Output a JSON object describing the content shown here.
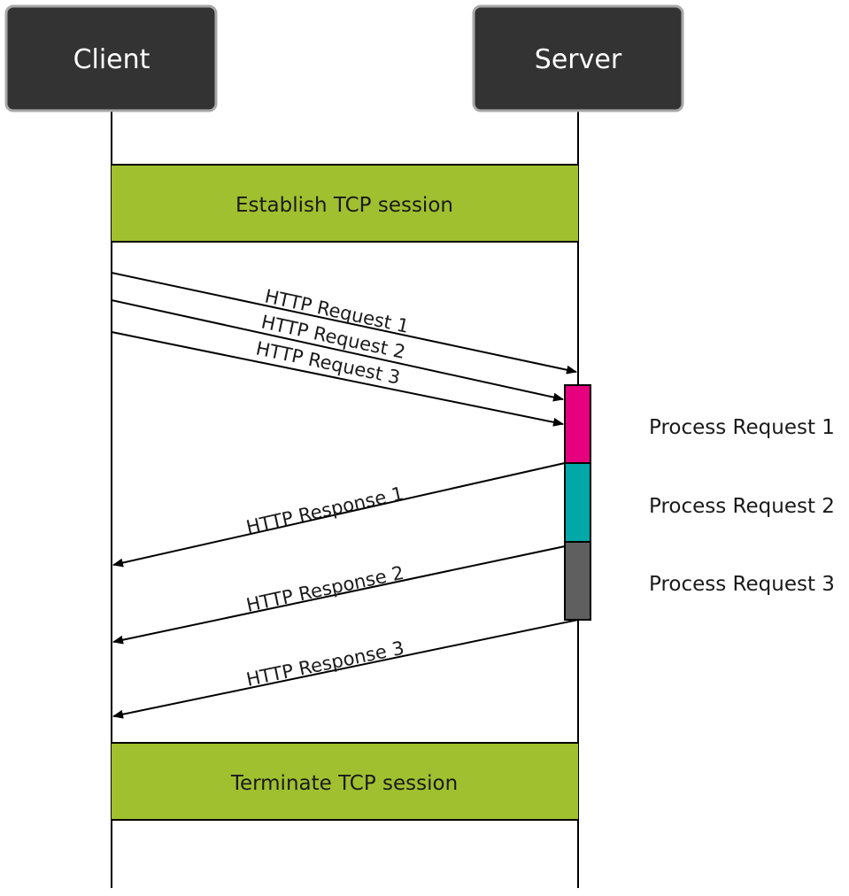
{
  "actors": {
    "client": "Client",
    "server": "Server"
  },
  "phases": {
    "establish": "Establish TCP session",
    "terminate": "Terminate TCP session"
  },
  "requests": [
    {
      "label": "HTTP Request 1"
    },
    {
      "label": "HTTP Request 2"
    },
    {
      "label": "HTTP Request 3"
    }
  ],
  "processing": [
    {
      "label": "Process Request 1",
      "color": "#e6007e"
    },
    {
      "label": "Process Request 2",
      "color": "#00a8a8"
    },
    {
      "label": "Process Request 3",
      "color": "#5f5f5f"
    }
  ],
  "responses": [
    {
      "label": "HTTP Response 1"
    },
    {
      "label": "HTTP Response 2"
    },
    {
      "label": "HTTP Response 3"
    }
  ],
  "colors": {
    "actor_box": "#333333",
    "phase_box": "#a0c030",
    "line": "#000000"
  }
}
